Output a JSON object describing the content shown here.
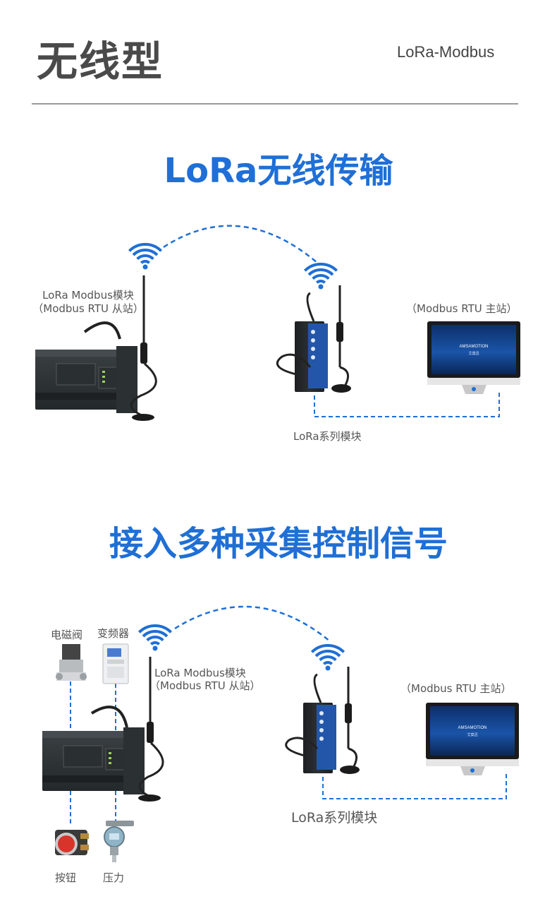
{
  "header": {
    "title": "无线型",
    "subtitle": "LoRa-Modbus"
  },
  "section1": {
    "heading": "LoRa无线传输",
    "slave_label_line1": "LoRa Modbus模块",
    "slave_label_line2": "（Modbus RTU 从站）",
    "master_label": "（Modbus RTU 主站）",
    "module_label": "LoRa系列模块",
    "screen_brand": "AMSAMOTION",
    "screen_brand_sub": "艾莫迅"
  },
  "section2": {
    "heading": "接入多种采集控制信号",
    "slave_label_line1": "LoRa Modbus模块",
    "slave_label_line2": "（Modbus RTU 从站）",
    "master_label": "（Modbus RTU 主站）",
    "module_label": "LoRa系列模块",
    "device_solenoid": "电磁阀",
    "device_inverter": "变频器",
    "device_button": "按钮",
    "device_pressure": "压力",
    "screen_brand": "AMSAMOTION",
    "screen_brand_sub": "艾莫迅"
  },
  "colors": {
    "accent": "#1f6fd6",
    "title_gray": "#4a4a4a",
    "rule": "#9a9a9a",
    "device_dark": "#2f3436",
    "module_blue": "#2356a8"
  }
}
